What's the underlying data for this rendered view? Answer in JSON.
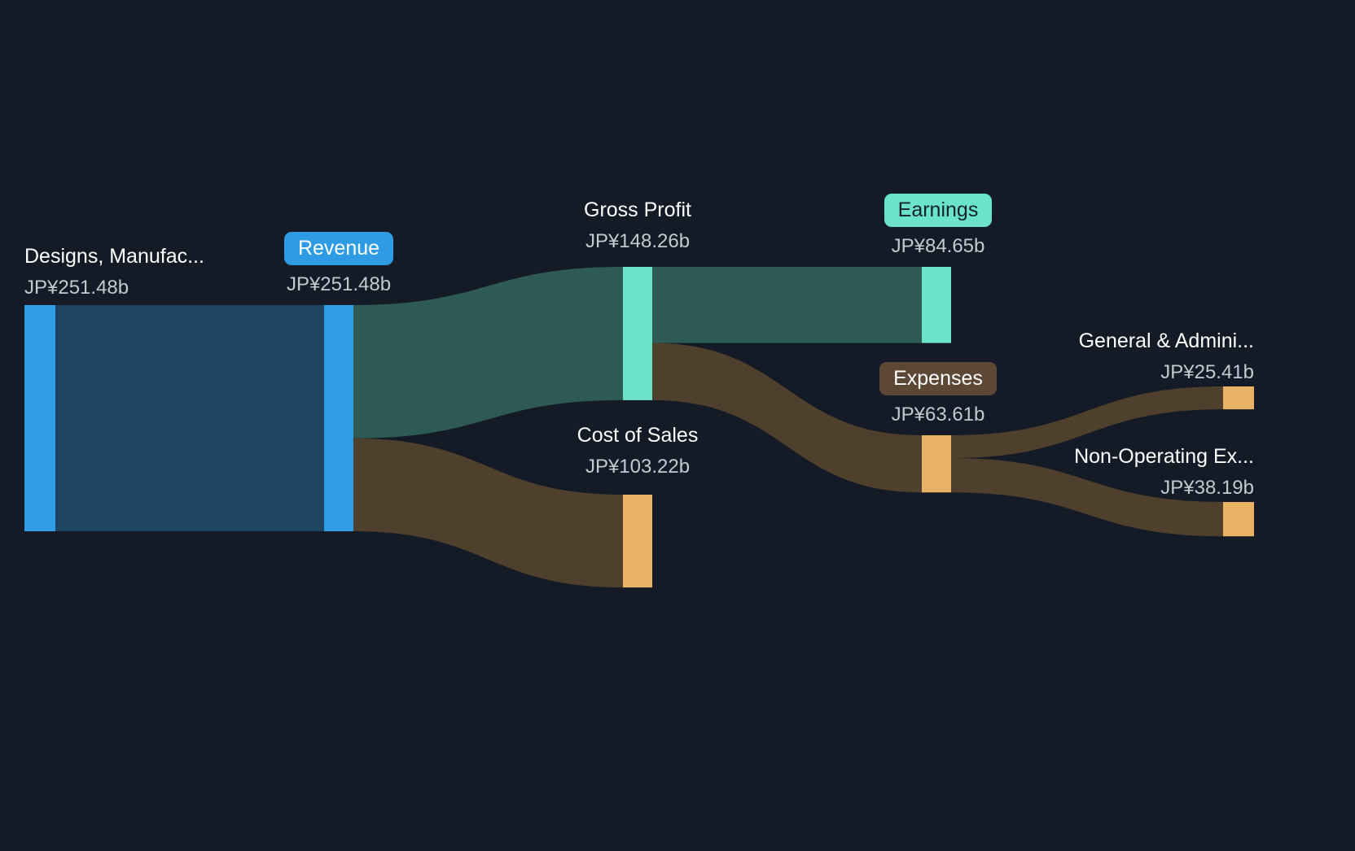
{
  "chart_data": {
    "type": "sankey",
    "title": "Revenue and expenses breakdown (Sankey flow)",
    "currency_unit": "JP¥ billions",
    "nodes": [
      {
        "id": "designs",
        "label": "Designs, Manufac...",
        "value": 251.48,
        "value_label": "JP¥251.48b",
        "color_key": "blue"
      },
      {
        "id": "revenue",
        "label": "Revenue",
        "value": 251.48,
        "value_label": "JP¥251.48b",
        "color_key": "blue",
        "badge": true
      },
      {
        "id": "gross_profit",
        "label": "Gross Profit",
        "value": 148.26,
        "value_label": "JP¥148.26b",
        "color_key": "teal"
      },
      {
        "id": "cost_of_sales",
        "label": "Cost of Sales",
        "value": 103.22,
        "value_label": "JP¥103.22b",
        "color_key": "orange"
      },
      {
        "id": "earnings",
        "label": "Earnings",
        "value": 84.65,
        "value_label": "JP¥84.65b",
        "color_key": "teal",
        "badge": true
      },
      {
        "id": "expenses",
        "label": "Expenses",
        "value": 63.61,
        "value_label": "JP¥63.61b",
        "color_key": "orange",
        "badge": true
      },
      {
        "id": "general_admin",
        "label": "General & Admini...",
        "value": 25.41,
        "value_label": "JP¥25.41b",
        "color_key": "orange"
      },
      {
        "id": "non_operating",
        "label": "Non-Operating Ex...",
        "value": 38.19,
        "value_label": "JP¥38.19b",
        "color_key": "orange"
      }
    ],
    "links": [
      {
        "source": "designs",
        "target": "revenue",
        "value": 251.48,
        "color_key": "flow_blue"
      },
      {
        "source": "revenue",
        "target": "gross_profit",
        "value": 148.26,
        "color_key": "flow_teal"
      },
      {
        "source": "revenue",
        "target": "cost_of_sales",
        "value": 103.22,
        "color_key": "flow_brown"
      },
      {
        "source": "gross_profit",
        "target": "earnings",
        "value": 84.65,
        "color_key": "flow_teal"
      },
      {
        "source": "gross_profit",
        "target": "expenses",
        "value": 63.61,
        "color_key": "flow_brown"
      },
      {
        "source": "expenses",
        "target": "general_admin",
        "value": 25.41,
        "color_key": "flow_brown"
      },
      {
        "source": "expenses",
        "target": "non_operating",
        "value": 38.19,
        "color_key": "flow_brown"
      }
    ],
    "colors": {
      "background": "#151b26",
      "blue": "#2e9de6",
      "teal": "#6be3cb",
      "orange": "#e7b264",
      "flow_blue": "#1d4463",
      "flow_teal": "#2e5a54",
      "flow_brown": "#4e402c",
      "badge_revenue_bg": "#2e9ce4",
      "badge_earnings_bg": "#6be3cb",
      "badge_expenses_bg": "#5c4835",
      "label_text": "#ffffff",
      "value_text": "#c3c9d1"
    },
    "legend": "none",
    "grid": false
  }
}
